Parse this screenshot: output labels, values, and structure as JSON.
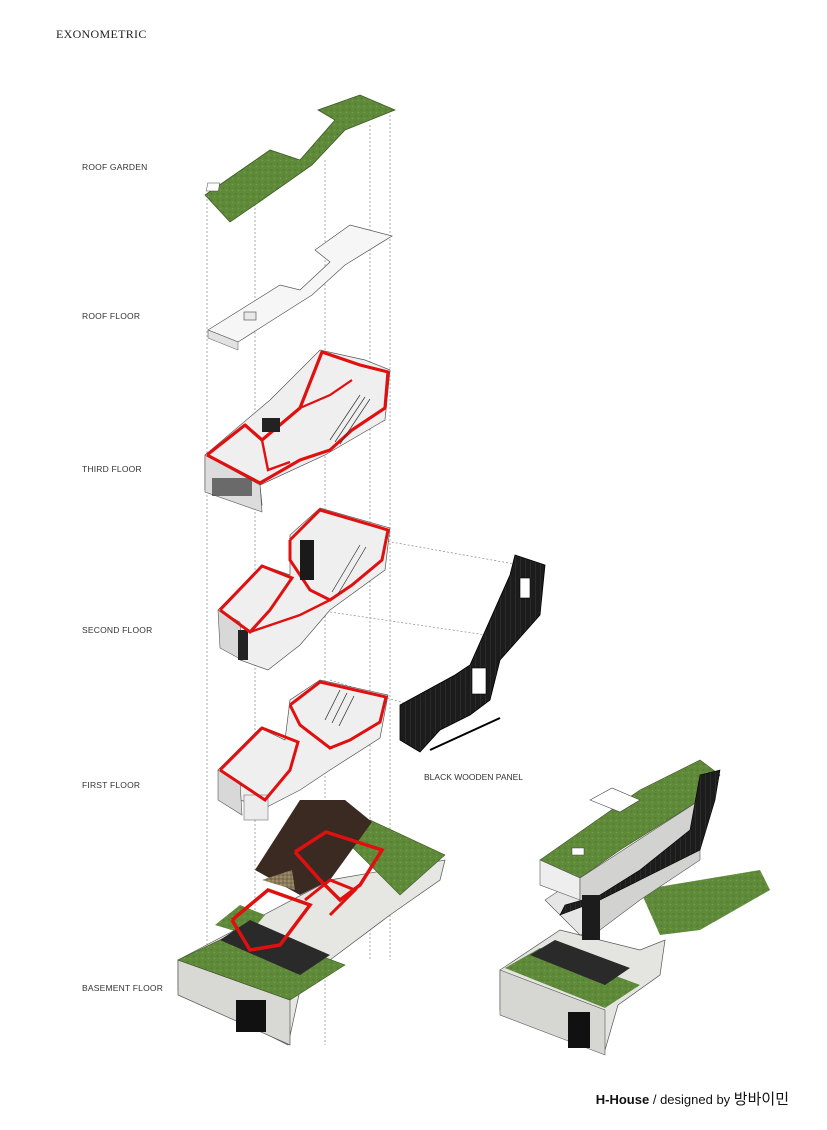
{
  "title": "EXONOMETRIC",
  "floors": [
    {
      "label": "ROOF GARDEN"
    },
    {
      "label": "ROOF FLOOR"
    },
    {
      "label": "THIRD FLOOR"
    },
    {
      "label": "SECOND FLOOR"
    },
    {
      "label": "FIRST FLOOR"
    },
    {
      "label": "BASEMENT FLOOR"
    }
  ],
  "panel_label": "BLACK WOODEN PANEL",
  "footer": {
    "brand": "H-House",
    "separator": " / ",
    "designed_by": "designed by ",
    "designer": "방바이민"
  },
  "colors": {
    "wall_highlight": "#e01010",
    "grass": "#5f8a3a",
    "panel": "#1a1a1a",
    "slab": "#f4f4f4",
    "concrete": "#d8d8d4",
    "dark_floor": "#3a2a22"
  }
}
